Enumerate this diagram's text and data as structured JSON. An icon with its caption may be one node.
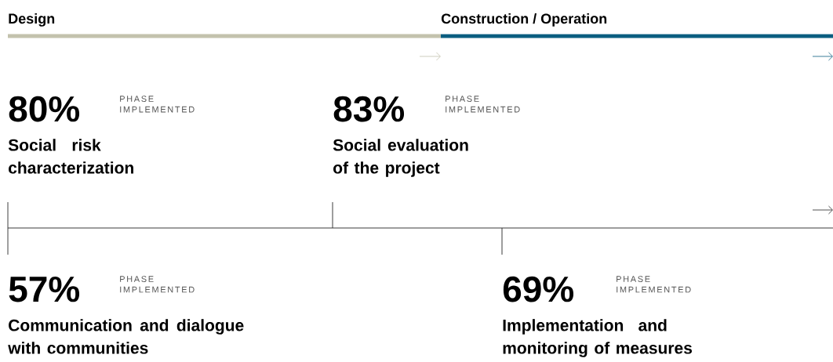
{
  "diagram": {
    "nodes": [
      {
        "text": [
          "Design"
        ]
      },
      {
        "text": [
          "Construction / Operation"
        ]
      },
      {
        "text": [
          "80%",
          "PHASE IMPLEMENTED",
          "Social risk characterization"
        ]
      },
      {
        "text": [
          "83%",
          "PHASE IMPLEMENTED",
          "Social evaluation of the project"
        ]
      },
      {
        "text": [
          "57%",
          "PHASE IMPLEMENTED",
          "Communication and dialogue with communities"
        ]
      },
      {
        "text": [
          "69%",
          "PHASE IMPLEMENTED",
          "Implementation and monitoring of measures"
        ]
      }
    ]
  }
}
